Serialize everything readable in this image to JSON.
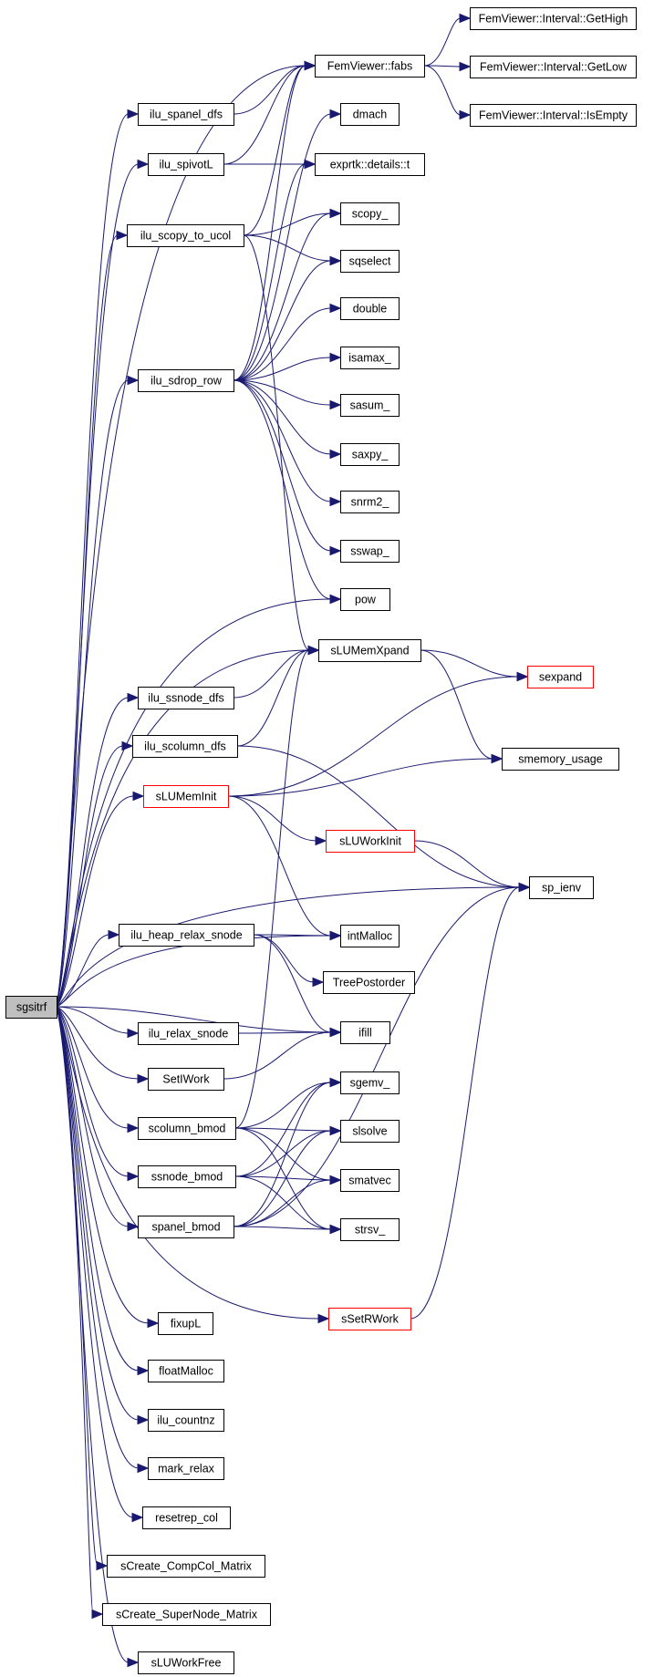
{
  "nodes": [
    {
      "id": "sgsitrf",
      "label": "sgsitrf",
      "style": "root"
    },
    {
      "id": "femviewer_fabs",
      "label": "FemViewer::fabs",
      "style": "normal"
    },
    {
      "id": "fv_gethigh",
      "label": "FemViewer::Interval::GetHigh",
      "style": "normal"
    },
    {
      "id": "fv_getlow",
      "label": "FemViewer::Interval::GetLow",
      "style": "normal"
    },
    {
      "id": "fv_isempty",
      "label": "FemViewer::Interval::IsEmpty",
      "style": "normal"
    },
    {
      "id": "ilu_spanel_dfs",
      "label": "ilu_spanel_dfs",
      "style": "normal"
    },
    {
      "id": "dmach",
      "label": "dmach",
      "style": "normal"
    },
    {
      "id": "ilu_spivotl",
      "label": "ilu_spivotL",
      "style": "normal"
    },
    {
      "id": "exprtk_t",
      "label": "exprtk::details::t",
      "style": "normal"
    },
    {
      "id": "ilu_scopy_to_ucol",
      "label": "ilu_scopy_to_ucol",
      "style": "normal"
    },
    {
      "id": "scopy_",
      "label": "scopy_",
      "style": "normal"
    },
    {
      "id": "sqselect",
      "label": "sqselect",
      "style": "normal"
    },
    {
      "id": "double",
      "label": "double",
      "style": "normal"
    },
    {
      "id": "ilu_sdrop_row",
      "label": "ilu_sdrop_row",
      "style": "normal"
    },
    {
      "id": "isamax_",
      "label": "isamax_",
      "style": "normal"
    },
    {
      "id": "sasum_",
      "label": "sasum_",
      "style": "normal"
    },
    {
      "id": "saxpy_",
      "label": "saxpy_",
      "style": "normal"
    },
    {
      "id": "snrm2_",
      "label": "snrm2_",
      "style": "normal"
    },
    {
      "id": "sswap_",
      "label": "sswap_",
      "style": "normal"
    },
    {
      "id": "pow",
      "label": "pow",
      "style": "normal"
    },
    {
      "id": "slumemxpand",
      "label": "sLUMemXpand",
      "style": "normal"
    },
    {
      "id": "sexpand",
      "label": "sexpand",
      "style": "red"
    },
    {
      "id": "ilu_ssnode_dfs",
      "label": "ilu_ssnode_dfs",
      "style": "normal"
    },
    {
      "id": "ilu_scolumn_dfs",
      "label": "ilu_scolumn_dfs",
      "style": "normal"
    },
    {
      "id": "smemory_usage",
      "label": "smemory_usage",
      "style": "normal"
    },
    {
      "id": "slumeminit",
      "label": "sLUMemInit",
      "style": "red"
    },
    {
      "id": "sluworkinit",
      "label": "sLUWorkInit",
      "style": "red"
    },
    {
      "id": "sp_ienv",
      "label": "sp_ienv",
      "style": "normal"
    },
    {
      "id": "ilu_heap_relax_snode",
      "label": "ilu_heap_relax_snode",
      "style": "normal"
    },
    {
      "id": "intmalloc",
      "label": "intMalloc",
      "style": "normal"
    },
    {
      "id": "treepostorder",
      "label": "TreePostorder",
      "style": "normal"
    },
    {
      "id": "ilu_relax_snode",
      "label": "ilu_relax_snode",
      "style": "normal"
    },
    {
      "id": "ifill",
      "label": "ifill",
      "style": "normal"
    },
    {
      "id": "setiwork",
      "label": "SetIWork",
      "style": "normal"
    },
    {
      "id": "sgemv_",
      "label": "sgemv_",
      "style": "normal"
    },
    {
      "id": "scolumn_bmod",
      "label": "scolumn_bmod",
      "style": "normal"
    },
    {
      "id": "slsolve",
      "label": "slsolve",
      "style": "normal"
    },
    {
      "id": "ssnode_bmod",
      "label": "ssnode_bmod",
      "style": "normal"
    },
    {
      "id": "smatvec",
      "label": "smatvec",
      "style": "normal"
    },
    {
      "id": "spanel_bmod",
      "label": "spanel_bmod",
      "style": "normal"
    },
    {
      "id": "strsv_",
      "label": "strsv_",
      "style": "normal"
    },
    {
      "id": "ssetrwork",
      "label": "sSetRWork",
      "style": "red"
    },
    {
      "id": "fixupl",
      "label": "fixupL",
      "style": "normal"
    },
    {
      "id": "floatmalloc",
      "label": "floatMalloc",
      "style": "normal"
    },
    {
      "id": "ilu_countnz",
      "label": "ilu_countnz",
      "style": "normal"
    },
    {
      "id": "mark_relax",
      "label": "mark_relax",
      "style": "normal"
    },
    {
      "id": "resetrep_col",
      "label": "resetrep_col",
      "style": "normal"
    },
    {
      "id": "screate_compcol_matrix",
      "label": "sCreate_CompCol_Matrix",
      "style": "normal"
    },
    {
      "id": "screate_supernode_matrix",
      "label": "sCreate_SuperNode_Matrix",
      "style": "normal"
    },
    {
      "id": "sluworkfree",
      "label": "sLUWorkFree",
      "style": "normal"
    }
  ],
  "edges": [
    [
      "sgsitrf",
      "femviewer_fabs"
    ],
    [
      "sgsitrf",
      "ilu_spanel_dfs"
    ],
    [
      "sgsitrf",
      "ilu_spivotl"
    ],
    [
      "sgsitrf",
      "ilu_scopy_to_ucol"
    ],
    [
      "sgsitrf",
      "ilu_sdrop_row"
    ],
    [
      "sgsitrf",
      "pow"
    ],
    [
      "sgsitrf",
      "slumemxpand"
    ],
    [
      "sgsitrf",
      "ilu_ssnode_dfs"
    ],
    [
      "sgsitrf",
      "ilu_scolumn_dfs"
    ],
    [
      "sgsitrf",
      "slumeminit"
    ],
    [
      "sgsitrf",
      "sp_ienv"
    ],
    [
      "sgsitrf",
      "intmalloc"
    ],
    [
      "sgsitrf",
      "ilu_heap_relax_snode"
    ],
    [
      "sgsitrf",
      "ifill"
    ],
    [
      "sgsitrf",
      "ilu_relax_snode"
    ],
    [
      "sgsitrf",
      "setiwork"
    ],
    [
      "sgsitrf",
      "scolumn_bmod"
    ],
    [
      "sgsitrf",
      "ssnode_bmod"
    ],
    [
      "sgsitrf",
      "spanel_bmod"
    ],
    [
      "sgsitrf",
      "ssetrwork"
    ],
    [
      "sgsitrf",
      "fixupl"
    ],
    [
      "sgsitrf",
      "floatmalloc"
    ],
    [
      "sgsitrf",
      "ilu_countnz"
    ],
    [
      "sgsitrf",
      "mark_relax"
    ],
    [
      "sgsitrf",
      "resetrep_col"
    ],
    [
      "sgsitrf",
      "screate_compcol_matrix"
    ],
    [
      "sgsitrf",
      "screate_supernode_matrix"
    ],
    [
      "sgsitrf",
      "sluworkfree"
    ],
    [
      "femviewer_fabs",
      "fv_gethigh"
    ],
    [
      "femviewer_fabs",
      "fv_getlow"
    ],
    [
      "femviewer_fabs",
      "fv_isempty"
    ],
    [
      "ilu_spanel_dfs",
      "femviewer_fabs"
    ],
    [
      "ilu_spivotl",
      "femviewer_fabs"
    ],
    [
      "ilu_spivotl",
      "exprtk_t"
    ],
    [
      "ilu_scopy_to_ucol",
      "femviewer_fabs"
    ],
    [
      "ilu_scopy_to_ucol",
      "scopy_"
    ],
    [
      "ilu_scopy_to_ucol",
      "sqselect"
    ],
    [
      "ilu_scopy_to_ucol",
      "slumemxpand"
    ],
    [
      "ilu_sdrop_row",
      "femviewer_fabs"
    ],
    [
      "ilu_sdrop_row",
      "dmach"
    ],
    [
      "ilu_sdrop_row",
      "exprtk_t"
    ],
    [
      "ilu_sdrop_row",
      "scopy_"
    ],
    [
      "ilu_sdrop_row",
      "sqselect"
    ],
    [
      "ilu_sdrop_row",
      "double"
    ],
    [
      "ilu_sdrop_row",
      "isamax_"
    ],
    [
      "ilu_sdrop_row",
      "sasum_"
    ],
    [
      "ilu_sdrop_row",
      "saxpy_"
    ],
    [
      "ilu_sdrop_row",
      "snrm2_"
    ],
    [
      "ilu_sdrop_row",
      "sswap_"
    ],
    [
      "ilu_sdrop_row",
      "pow"
    ],
    [
      "slumemxpand",
      "sexpand"
    ],
    [
      "slumemxpand",
      "smemory_usage"
    ],
    [
      "ilu_ssnode_dfs",
      "slumemxpand"
    ],
    [
      "ilu_scolumn_dfs",
      "slumemxpand"
    ],
    [
      "ilu_scolumn_dfs",
      "sp_ienv"
    ],
    [
      "slumeminit",
      "sexpand"
    ],
    [
      "slumeminit",
      "smemory_usage"
    ],
    [
      "slumeminit",
      "sluworkinit"
    ],
    [
      "slumeminit",
      "intmalloc"
    ],
    [
      "sluworkinit",
      "sp_ienv"
    ],
    [
      "ilu_heap_relax_snode",
      "intmalloc"
    ],
    [
      "ilu_heap_relax_snode",
      "treepostorder"
    ],
    [
      "ilu_heap_relax_snode",
      "ifill"
    ],
    [
      "ilu_relax_snode",
      "ifill"
    ],
    [
      "setiwork",
      "ifill"
    ],
    [
      "scolumn_bmod",
      "slumemxpand"
    ],
    [
      "scolumn_bmod",
      "sgemv_"
    ],
    [
      "scolumn_bmod",
      "slsolve"
    ],
    [
      "scolumn_bmod",
      "smatvec"
    ],
    [
      "scolumn_bmod",
      "strsv_"
    ],
    [
      "ssnode_bmod",
      "sgemv_"
    ],
    [
      "ssnode_bmod",
      "slsolve"
    ],
    [
      "ssnode_bmod",
      "smatvec"
    ],
    [
      "ssnode_bmod",
      "strsv_"
    ],
    [
      "spanel_bmod",
      "sgemv_"
    ],
    [
      "spanel_bmod",
      "slsolve"
    ],
    [
      "spanel_bmod",
      "smatvec"
    ],
    [
      "spanel_bmod",
      "strsv_"
    ],
    [
      "spanel_bmod",
      "sp_ienv"
    ],
    [
      "ssetrwork",
      "sp_ienv"
    ]
  ]
}
